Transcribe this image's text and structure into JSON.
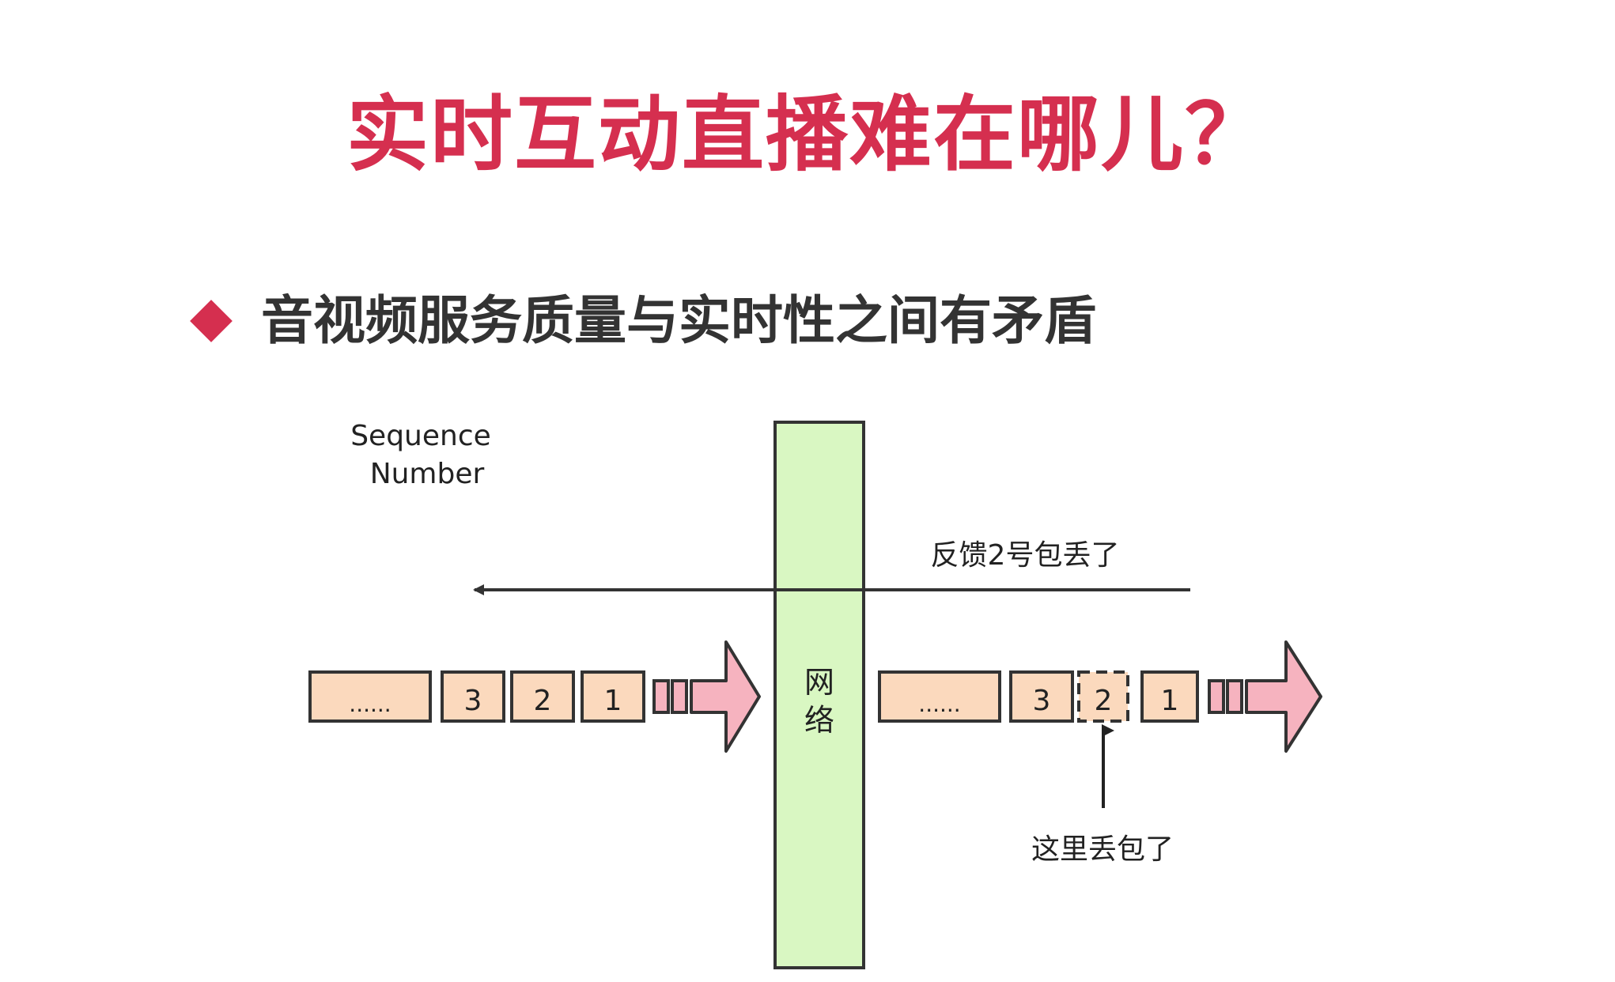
{
  "slide": {
    "title": "实时互动直播难在哪儿？",
    "bullet": "音视频服务质量与实时性之间有矛盾"
  },
  "diagram": {
    "sequence_label_line1": "Sequence",
    "sequence_label_line2": "Number",
    "network_label_line1": "网",
    "network_label_line2": "络",
    "feedback_label": "反馈2号包丢了",
    "loss_label": "这里丢包了",
    "sender": {
      "ellipsis": "......",
      "packets": [
        "3",
        "2",
        "1"
      ]
    },
    "receiver": {
      "ellipsis": "......",
      "packets": [
        "3",
        "2",
        "1"
      ],
      "lost_packet": "2"
    }
  },
  "colors": {
    "accent": "#d52f4f",
    "packet_fill": "#fbd9bd",
    "network_fill": "#d9f7c2",
    "arrow_fill": "#f6b3bf",
    "text": "#333333"
  }
}
